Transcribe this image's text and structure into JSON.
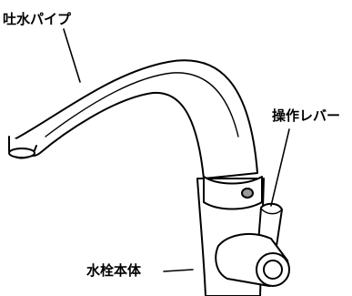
{
  "labels": {
    "spout": "吐水パイプ",
    "lever": "操作レバー",
    "body": "水栓本体"
  },
  "colors": {
    "line": "#000000",
    "fill": "#ffffff",
    "shade": "#9a9a9a"
  }
}
